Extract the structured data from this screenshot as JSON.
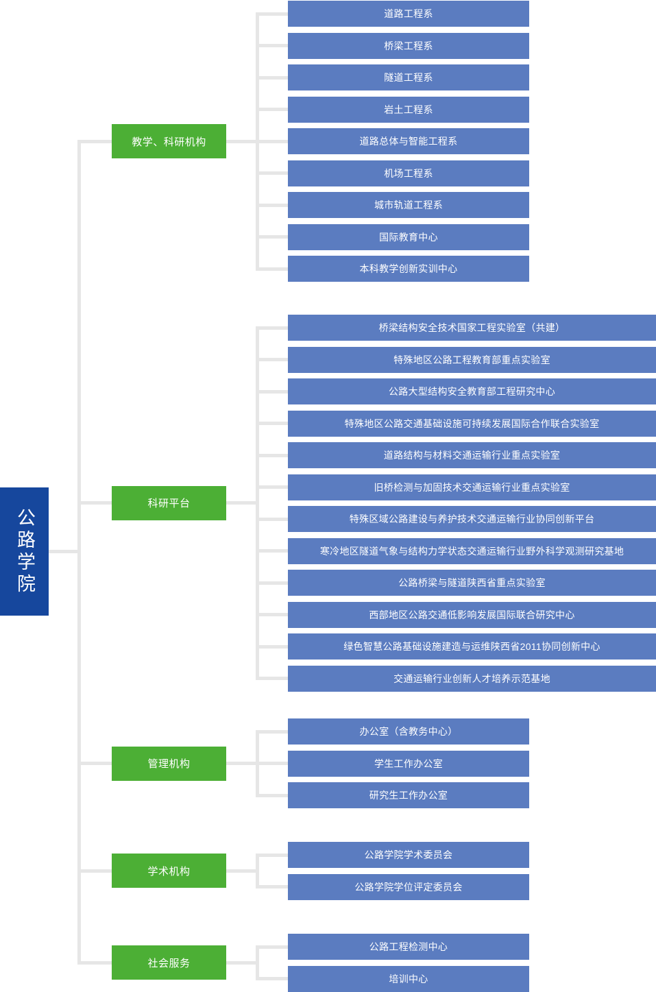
{
  "root": {
    "label": "公路学院"
  },
  "colors": {
    "root_bg": "#16479D",
    "branch_bg": "#4CAF35",
    "leaf_bg": "#5B7CC0",
    "connector": "#E6E6E6",
    "text": "#FFFFFF",
    "background": "#FFFFFF"
  },
  "branches": [
    {
      "label": "教学、科研机构",
      "leaves": [
        {
          "label": "道路工程系"
        },
        {
          "label": "桥梁工程系"
        },
        {
          "label": "隧道工程系"
        },
        {
          "label": "岩土工程系"
        },
        {
          "label": "道路总体与智能工程系"
        },
        {
          "label": "机场工程系"
        },
        {
          "label": "城市轨道工程系"
        },
        {
          "label": "国际教育中心"
        },
        {
          "label": "本科教学创新实训中心"
        }
      ]
    },
    {
      "label": "科研平台",
      "leaves": [
        {
          "label": "桥梁结构安全技术国家工程实验室（共建）"
        },
        {
          "label": "特殊地区公路工程教育部重点实验室"
        },
        {
          "label": "公路大型结构安全教育部工程研究中心"
        },
        {
          "label": "特殊地区公路交通基础设施可持续发展国际合作联合实验室"
        },
        {
          "label": "道路结构与材料交通运输行业重点实验室"
        },
        {
          "label": "旧桥检测与加固技术交通运输行业重点实验室"
        },
        {
          "label": "特殊区域公路建设与养护技术交通运输行业协同创新平台"
        },
        {
          "label": "寒冷地区隧道气象与结构力学状态交通运输行业野外科学观测研究基地"
        },
        {
          "label": "公路桥梁与隧道陕西省重点实验室"
        },
        {
          "label": "西部地区公路交通低影响发展国际联合研究中心"
        },
        {
          "label": "绿色智慧公路基础设施建造与运维陕西省2011协同创新中心"
        },
        {
          "label": "交通运输行业创新人才培养示范基地"
        }
      ]
    },
    {
      "label": "管理机构",
      "leaves": [
        {
          "label": "办公室（含教务中心）"
        },
        {
          "label": "学生工作办公室"
        },
        {
          "label": "研究生工作办公室"
        }
      ]
    },
    {
      "label": "学术机构",
      "leaves": [
        {
          "label": "公路学院学术委员会"
        },
        {
          "label": "公路学院学位评定委员会"
        }
      ]
    },
    {
      "label": "社会服务",
      "leaves": [
        {
          "label": "公路工程检测中心"
        },
        {
          "label": "培训中心"
        }
      ]
    }
  ]
}
